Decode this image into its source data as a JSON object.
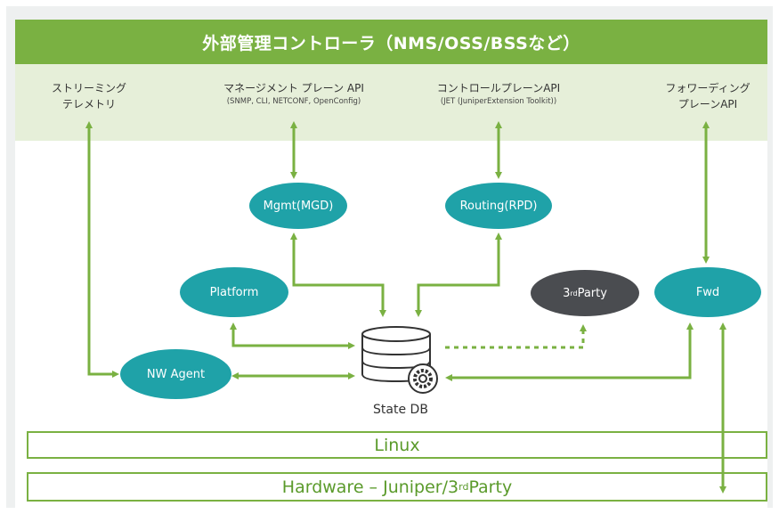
{
  "title": "外部管理コントローラ（NMS/OSS/BSSなど）",
  "apis": {
    "streaming": {
      "line1": "ストリーミング",
      "line2": "テレメトリ"
    },
    "management": {
      "line1": "マネージメント プレーン API",
      "sub": "(SNMP, CLI, NETCONF, OpenConfig)"
    },
    "control": {
      "line1": "コントロールプレーンAPI",
      "sub": "(JET (JuniperExtension Toolkit))"
    },
    "forwarding": {
      "line1": "フォワーディング",
      "line2": "プレーンAPI"
    }
  },
  "nodes": {
    "mgmt": "Mgmt(MGD)",
    "routing": "Routing(RPD)",
    "platform": "Platform",
    "third_party_prefix": "3",
    "third_party_sup": "rd",
    "third_party_suffix": " Party",
    "fwd": "Fwd",
    "nw_agent": "NW Agent"
  },
  "state_db": "State DB",
  "layers": {
    "linux": "Linux",
    "hardware_prefix": "Hardware – Juniper/3",
    "hardware_sup": "rd",
    "hardware_suffix": " Party"
  },
  "colors": {
    "accent_green": "#7ab142",
    "node_teal": "#1fa2a8",
    "node_dark": "#4a4c50",
    "band": "#e6efd9"
  },
  "icons": [
    "database-icon",
    "gear-icon"
  ]
}
